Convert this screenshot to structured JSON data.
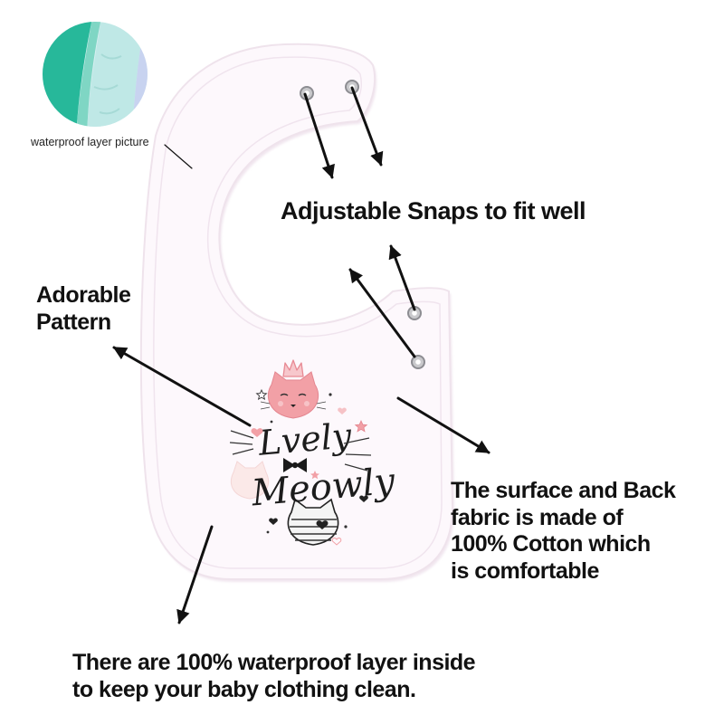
{
  "colors": {
    "bib": "#fdf8fc",
    "bib_edge": "#efe3ec",
    "inset_teal": "#27b89a",
    "inset_light": "#bfe8e6",
    "cat_pink": "#f2a0a6",
    "arrow": "#111111",
    "text": "#111111"
  },
  "inset": {
    "caption": "waterproof layer picture"
  },
  "callouts": {
    "snaps": {
      "lines": [
        "Adjustable Snaps to fit well"
      ]
    },
    "pattern": {
      "lines": [
        "Adorable",
        "Pattern"
      ]
    },
    "fabric": {
      "lines": [
        "The surface and Back",
        "fabric is made of",
        "100% Cotton which",
        "is comfortable"
      ]
    },
    "waterproof": {
      "lines": [
        "There are 100% waterproof layer inside",
        "to keep your baby clothing  clean."
      ]
    }
  },
  "print": {
    "line1": "Lvely",
    "line2": "Meowly"
  },
  "icons": [
    "crown-icon",
    "cat-face-icon",
    "bow-icon",
    "star-icon",
    "heart-icon",
    "snap-button-icon",
    "arrow-icon"
  ]
}
